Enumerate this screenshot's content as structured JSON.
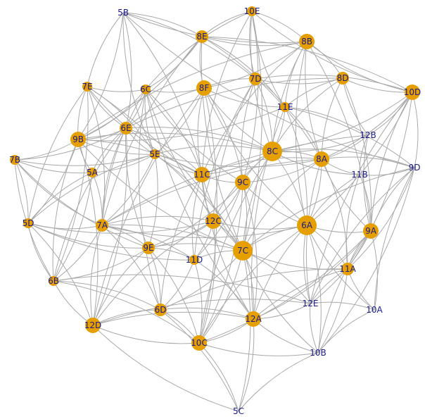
{
  "colors": {
    "edge": "#aaaaaa",
    "node": "#e69f00",
    "label": "#1a1a8c",
    "background": "#ffffff"
  },
  "nodes": [
    {
      "id": "5B",
      "size": 0
    },
    {
      "id": "10E",
      "size": 1
    },
    {
      "id": "8E",
      "size": 2
    },
    {
      "id": "8B",
      "size": 3
    },
    {
      "id": "7D",
      "size": 2
    },
    {
      "id": "8D",
      "size": 2
    },
    {
      "id": "10D",
      "size": 3
    },
    {
      "id": "7E",
      "size": 1
    },
    {
      "id": "6C",
      "size": 1
    },
    {
      "id": "8F",
      "size": 3
    },
    {
      "id": "11E",
      "size": 1
    },
    {
      "id": "6E",
      "size": 2
    },
    {
      "id": "9B",
      "size": 3
    },
    {
      "id": "12B",
      "size": 0
    },
    {
      "id": "8C",
      "size": 4
    },
    {
      "id": "7B",
      "size": 1
    },
    {
      "id": "5E",
      "size": 1
    },
    {
      "id": "5A",
      "size": 1
    },
    {
      "id": "11C",
      "size": 3
    },
    {
      "id": "9C",
      "size": 3
    },
    {
      "id": "8A",
      "size": 3
    },
    {
      "id": "11B",
      "size": 0
    },
    {
      "id": "9D",
      "size": 0
    },
    {
      "id": "5D",
      "size": 1
    },
    {
      "id": "7A",
      "size": 2
    },
    {
      "id": "12C",
      "size": 3
    },
    {
      "id": "6A",
      "size": 4
    },
    {
      "id": "9A",
      "size": 3
    },
    {
      "id": "9E",
      "size": 2
    },
    {
      "id": "11D",
      "size": 1
    },
    {
      "id": "7C",
      "size": 4
    },
    {
      "id": "11A",
      "size": 2
    },
    {
      "id": "6B",
      "size": 1
    },
    {
      "id": "12E",
      "size": 0
    },
    {
      "id": "6D",
      "size": 2
    },
    {
      "id": "12A",
      "size": 3
    },
    {
      "id": "10A",
      "size": 0
    },
    {
      "id": "12D",
      "size": 3
    },
    {
      "id": "10C",
      "size": 3
    },
    {
      "id": "10B",
      "size": 0
    },
    {
      "id": "5C",
      "size": 0
    }
  ],
  "edges": [
    [
      "5B",
      "8E"
    ],
    [
      "5B",
      "7E"
    ],
    [
      "5B",
      "6E"
    ],
    [
      "5B",
      "5E"
    ],
    [
      "5B",
      "11C"
    ],
    [
      "5B",
      "8B"
    ],
    [
      "5B",
      "9B"
    ],
    [
      "5B",
      "7D"
    ],
    [
      "10E",
      "8E"
    ],
    [
      "10E",
      "8B"
    ],
    [
      "10E",
      "7D"
    ],
    [
      "10E",
      "11E"
    ],
    [
      "10E",
      "8C"
    ],
    [
      "10E",
      "9C"
    ],
    [
      "10E",
      "7C"
    ],
    [
      "10E",
      "6C"
    ],
    [
      "10E",
      "10D"
    ],
    [
      "10E",
      "11C"
    ],
    [
      "8E",
      "8B"
    ],
    [
      "8E",
      "8F"
    ],
    [
      "8E",
      "6C"
    ],
    [
      "8E",
      "11E"
    ],
    [
      "8E",
      "8A"
    ],
    [
      "8E",
      "7A"
    ],
    [
      "8E",
      "9B"
    ],
    [
      "8E",
      "10D"
    ],
    [
      "8E",
      "7C"
    ],
    [
      "8B",
      "8D"
    ],
    [
      "8B",
      "10D"
    ],
    [
      "8B",
      "11E"
    ],
    [
      "8B",
      "8C"
    ],
    [
      "8B",
      "8A"
    ],
    [
      "8B",
      "8F"
    ],
    [
      "8B",
      "6A"
    ],
    [
      "8B",
      "9A"
    ],
    [
      "8B",
      "11C"
    ],
    [
      "8B",
      "9B"
    ],
    [
      "7D",
      "8F"
    ],
    [
      "7D",
      "11E"
    ],
    [
      "7D",
      "8D"
    ],
    [
      "7D",
      "8C"
    ],
    [
      "7D",
      "12C"
    ],
    [
      "7D",
      "10D"
    ],
    [
      "7D",
      "9C"
    ],
    [
      "7D",
      "11D"
    ],
    [
      "8D",
      "10D"
    ],
    [
      "8D",
      "11E"
    ],
    [
      "8D",
      "8C"
    ],
    [
      "8D",
      "8A"
    ],
    [
      "8D",
      "9A"
    ],
    [
      "8D",
      "6E"
    ],
    [
      "8D",
      "12B"
    ],
    [
      "10D",
      "12B"
    ],
    [
      "10D",
      "8A"
    ],
    [
      "10D",
      "9A"
    ],
    [
      "10D",
      "11A"
    ],
    [
      "10D",
      "6A"
    ],
    [
      "10D",
      "12E"
    ],
    [
      "10D",
      "8C"
    ],
    [
      "10D",
      "9D"
    ],
    [
      "7E",
      "6C"
    ],
    [
      "7E",
      "6E"
    ],
    [
      "7E",
      "9B"
    ],
    [
      "7E",
      "5E"
    ],
    [
      "7E",
      "7A"
    ],
    [
      "7E",
      "6B"
    ],
    [
      "7E",
      "11C"
    ],
    [
      "7E",
      "7C"
    ],
    [
      "7E",
      "5D"
    ],
    [
      "6C",
      "8F"
    ],
    [
      "6C",
      "6E"
    ],
    [
      "6C",
      "5E"
    ],
    [
      "6C",
      "11C"
    ],
    [
      "6C",
      "7A"
    ],
    [
      "6C",
      "9C"
    ],
    [
      "6C",
      "9B"
    ],
    [
      "6C",
      "7C"
    ],
    [
      "6C",
      "6D"
    ],
    [
      "6C",
      "12A"
    ],
    [
      "8F",
      "11E"
    ],
    [
      "8F",
      "8C"
    ],
    [
      "8F",
      "11C"
    ],
    [
      "8F",
      "9C"
    ],
    [
      "8F",
      "5E"
    ],
    [
      "8F",
      "6E"
    ],
    [
      "8F",
      "10C"
    ],
    [
      "8F",
      "12D"
    ],
    [
      "8F",
      "6A"
    ],
    [
      "11E",
      "8C"
    ],
    [
      "11E",
      "12B"
    ],
    [
      "11E",
      "9B"
    ],
    [
      "11E",
      "8A"
    ],
    [
      "11E",
      "6A"
    ],
    [
      "11E",
      "9D"
    ],
    [
      "11E",
      "12A"
    ],
    [
      "6E",
      "9B"
    ],
    [
      "6E",
      "5E"
    ],
    [
      "6E",
      "5A"
    ],
    [
      "6E",
      "7A"
    ],
    [
      "6E",
      "9E"
    ],
    [
      "6E",
      "11C"
    ],
    [
      "6E",
      "7B"
    ],
    [
      "6E",
      "6B"
    ],
    [
      "6E",
      "12D"
    ],
    [
      "6E",
      "8C"
    ],
    [
      "9B",
      "7B"
    ],
    [
      "9B",
      "5A"
    ],
    [
      "9B",
      "5E"
    ],
    [
      "9B",
      "8C"
    ],
    [
      "9B",
      "5D"
    ],
    [
      "9B",
      "6B"
    ],
    [
      "9B",
      "11C"
    ],
    [
      "9B",
      "7C"
    ],
    [
      "9B",
      "12D"
    ],
    [
      "12B",
      "8C"
    ],
    [
      "12B",
      "8A"
    ],
    [
      "12B",
      "9A"
    ],
    [
      "12B",
      "11B"
    ],
    [
      "12B",
      "7A"
    ],
    [
      "8C",
      "8A"
    ],
    [
      "8C",
      "9C"
    ],
    [
      "8C",
      "11C"
    ],
    [
      "8C",
      "12C"
    ],
    [
      "8C",
      "6A"
    ],
    [
      "8C",
      "7C"
    ],
    [
      "8C",
      "11B"
    ],
    [
      "8C",
      "10C"
    ],
    [
      "8C",
      "5E"
    ],
    [
      "8C",
      "9D"
    ],
    [
      "7B",
      "5A"
    ],
    [
      "7B",
      "5E"
    ],
    [
      "7B",
      "5D"
    ],
    [
      "7B",
      "6B"
    ],
    [
      "7B",
      "9E"
    ],
    [
      "7B",
      "7A"
    ],
    [
      "5E",
      "5A"
    ],
    [
      "5E",
      "11C"
    ],
    [
      "5E",
      "7A"
    ],
    [
      "5E",
      "9E"
    ],
    [
      "5E",
      "7C"
    ],
    [
      "5E",
      "12C"
    ],
    [
      "5E",
      "8A"
    ],
    [
      "5E",
      "5D"
    ],
    [
      "5A",
      "7A"
    ],
    [
      "5A",
      "5D"
    ],
    [
      "5A",
      "6B"
    ],
    [
      "11C",
      "9C"
    ],
    [
      "11C",
      "12C"
    ],
    [
      "11C",
      "7C"
    ],
    [
      "11C",
      "11D"
    ],
    [
      "11C",
      "8A"
    ],
    [
      "11C",
      "12A"
    ],
    [
      "11C",
      "6D"
    ],
    [
      "9C",
      "12C"
    ],
    [
      "9C",
      "7C"
    ],
    [
      "9C",
      "6A"
    ],
    [
      "9C",
      "8A"
    ],
    [
      "9C",
      "9E"
    ],
    [
      "9C",
      "10C"
    ],
    [
      "9C",
      "11D"
    ],
    [
      "9C",
      "12A"
    ],
    [
      "8A",
      "11B"
    ],
    [
      "8A",
      "9D"
    ],
    [
      "8A",
      "6A"
    ],
    [
      "8A",
      "9A"
    ],
    [
      "8A",
      "11A"
    ],
    [
      "8A",
      "7C"
    ],
    [
      "8A",
      "12E"
    ],
    [
      "8A",
      "7A"
    ],
    [
      "11B",
      "9D"
    ],
    [
      "11B",
      "9A"
    ],
    [
      "11B",
      "6A"
    ],
    [
      "11B",
      "11A"
    ],
    [
      "9D",
      "9A"
    ],
    [
      "9D",
      "11A"
    ],
    [
      "9D",
      "12E"
    ],
    [
      "9D",
      "10A"
    ],
    [
      "9D",
      "10B"
    ],
    [
      "9D",
      "7C"
    ],
    [
      "9D",
      "5B"
    ],
    [
      "5D",
      "7A"
    ],
    [
      "5D",
      "6B"
    ],
    [
      "5D",
      "12D"
    ],
    [
      "5D",
      "11D"
    ],
    [
      "5D",
      "9E"
    ],
    [
      "5D",
      "12C"
    ],
    [
      "7A",
      "9E"
    ],
    [
      "7A",
      "11D"
    ],
    [
      "7A",
      "7C"
    ],
    [
      "7A",
      "6B"
    ],
    [
      "7A",
      "12D"
    ],
    [
      "7A",
      "12C"
    ],
    [
      "7A",
      "6D"
    ],
    [
      "7A",
      "6A"
    ],
    [
      "12C",
      "11D"
    ],
    [
      "12C",
      "7C"
    ],
    [
      "12C",
      "6A"
    ],
    [
      "12C",
      "9E"
    ],
    [
      "12C",
      "10C"
    ],
    [
      "12C",
      "12D"
    ],
    [
      "6A",
      "9A"
    ],
    [
      "6A",
      "7C"
    ],
    [
      "6A",
      "11A"
    ],
    [
      "6A",
      "12E"
    ],
    [
      "6A",
      "10A"
    ],
    [
      "6A",
      "10C"
    ],
    [
      "6A",
      "12A"
    ],
    [
      "6A",
      "10B"
    ],
    [
      "9A",
      "11A"
    ],
    [
      "9A",
      "12E"
    ],
    [
      "9A",
      "10A"
    ],
    [
      "9A",
      "10B"
    ],
    [
      "9A",
      "12A"
    ],
    [
      "9A",
      "10C"
    ],
    [
      "9E",
      "11D"
    ],
    [
      "9E",
      "6D"
    ],
    [
      "9E",
      "7C"
    ],
    [
      "9E",
      "12D"
    ],
    [
      "9E",
      "6B"
    ],
    [
      "9E",
      "10C"
    ],
    [
      "11D",
      "7C"
    ],
    [
      "11D",
      "6D"
    ],
    [
      "11D",
      "10C"
    ],
    [
      "11D",
      "12A"
    ],
    [
      "7C",
      "11A"
    ],
    [
      "7C",
      "12E"
    ],
    [
      "7C",
      "12A"
    ],
    [
      "7C",
      "6D"
    ],
    [
      "7C",
      "10C"
    ],
    [
      "7C",
      "10B"
    ],
    [
      "7C",
      "5C"
    ],
    [
      "11A",
      "12E"
    ],
    [
      "11A",
      "10A"
    ],
    [
      "11A",
      "10B"
    ],
    [
      "11A",
      "12A"
    ],
    [
      "11A",
      "6D"
    ],
    [
      "6B",
      "12D"
    ],
    [
      "6B",
      "6D"
    ],
    [
      "6B",
      "10C"
    ],
    [
      "6B",
      "12E"
    ],
    [
      "12E",
      "10A"
    ],
    [
      "12E",
      "12A"
    ],
    [
      "12E",
      "10B"
    ],
    [
      "12E",
      "12D"
    ],
    [
      "6D",
      "12A"
    ],
    [
      "6D",
      "10C"
    ],
    [
      "6D",
      "12D"
    ],
    [
      "6D",
      "5C"
    ],
    [
      "12A",
      "10C"
    ],
    [
      "12A",
      "10B"
    ],
    [
      "12A",
      "12D"
    ],
    [
      "12A",
      "5C"
    ],
    [
      "10A",
      "10B"
    ],
    [
      "12D",
      "10C"
    ],
    [
      "12D",
      "5C"
    ],
    [
      "10C",
      "5C"
    ],
    [
      "10B",
      "5C"
    ],
    [
      "10C",
      "10B"
    ]
  ]
}
